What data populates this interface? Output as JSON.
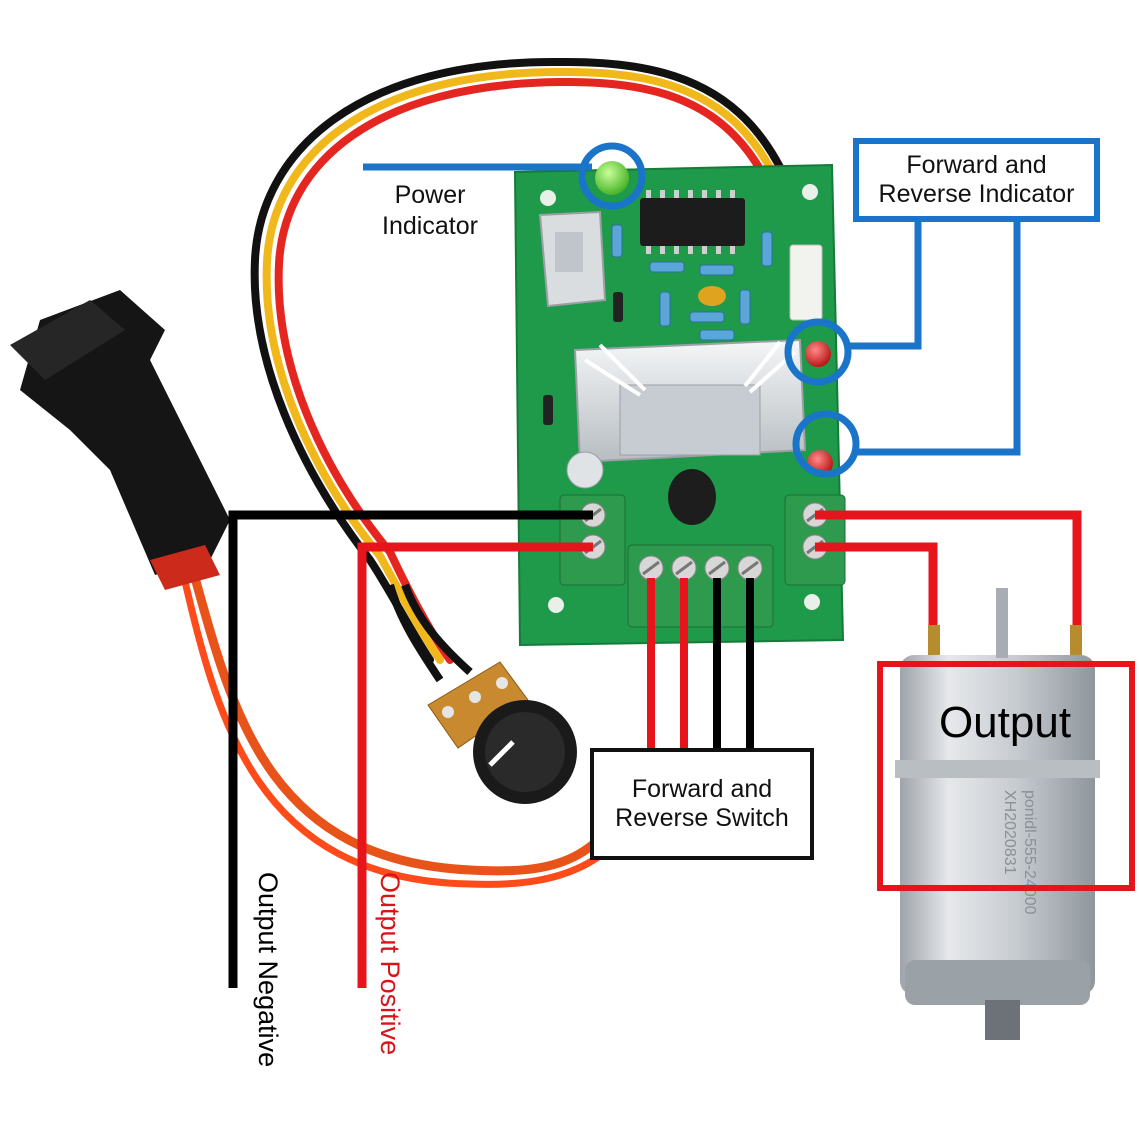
{
  "labels": {
    "power_indicator_line1": "Power",
    "power_indicator_line2": "Indicator",
    "fr_indicator_line1": "Forward and",
    "fr_indicator_line2": "Reverse Indicator",
    "fr_switch_line1": "Forward and",
    "fr_switch_line2": "Reverse Switch",
    "output": "Output",
    "output_negative": "Output Negative",
    "output_positive": "Output Positive"
  },
  "colors": {
    "callout_blue": "#1a74c9",
    "wire_red": "#e8141b",
    "wire_black": "#000000",
    "pcb_green": "#1f9a4a",
    "terminal_green": "#2e9a4e",
    "motor_silver": "#c9cdd2"
  },
  "components": [
    "pcb-board",
    "heatsink",
    "ic-chip",
    "power-led",
    "direction-led-1",
    "direction-led-2",
    "rocker-switch",
    "potentiometer-knob",
    "dc-motor",
    "screw-terminal-input",
    "screw-terminal-motor",
    "screw-terminal-switch"
  ]
}
